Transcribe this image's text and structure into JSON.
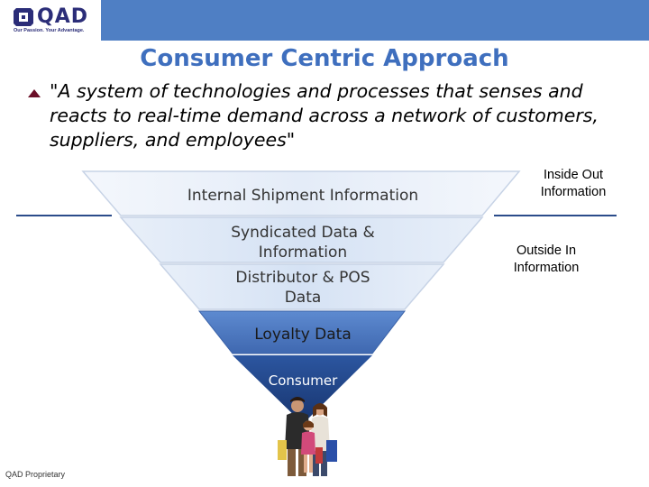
{
  "header": {
    "logo_text": "QAD",
    "logo_tagline": "Our Passion. Your Advantage."
  },
  "slide": {
    "title": "Consumer Centric Approach",
    "quote_lines": [
      "\"A system of technologies and processes that senses and",
      "reacts to real-time demand across a network of customers,",
      "suppliers, and employees\""
    ]
  },
  "funnel": {
    "layers": [
      {
        "label_lines": [
          "Internal Shipment Information"
        ]
      },
      {
        "label_lines": [
          "Syndicated Data &",
          "Information"
        ]
      },
      {
        "label_lines": [
          "Distributor & POS",
          "Data"
        ]
      },
      {
        "label_lines": [
          "Loyalty Data"
        ]
      }
    ],
    "tip_label": "Consumer"
  },
  "side_labels": {
    "inside": [
      "Inside Out",
      "Information"
    ],
    "outside": [
      "Outside In",
      "Information"
    ]
  },
  "colors": {
    "header_band": "#4f7fc4",
    "title": "#3f6fbe",
    "bullet": "#6b0f28",
    "rule": "#2b4c8a",
    "layer_light": "#e6eef8",
    "layer_loyalty": "#4a78c2",
    "layer_tip": "#1f3f80"
  },
  "footer": {
    "text": "QAD Proprietary"
  }
}
